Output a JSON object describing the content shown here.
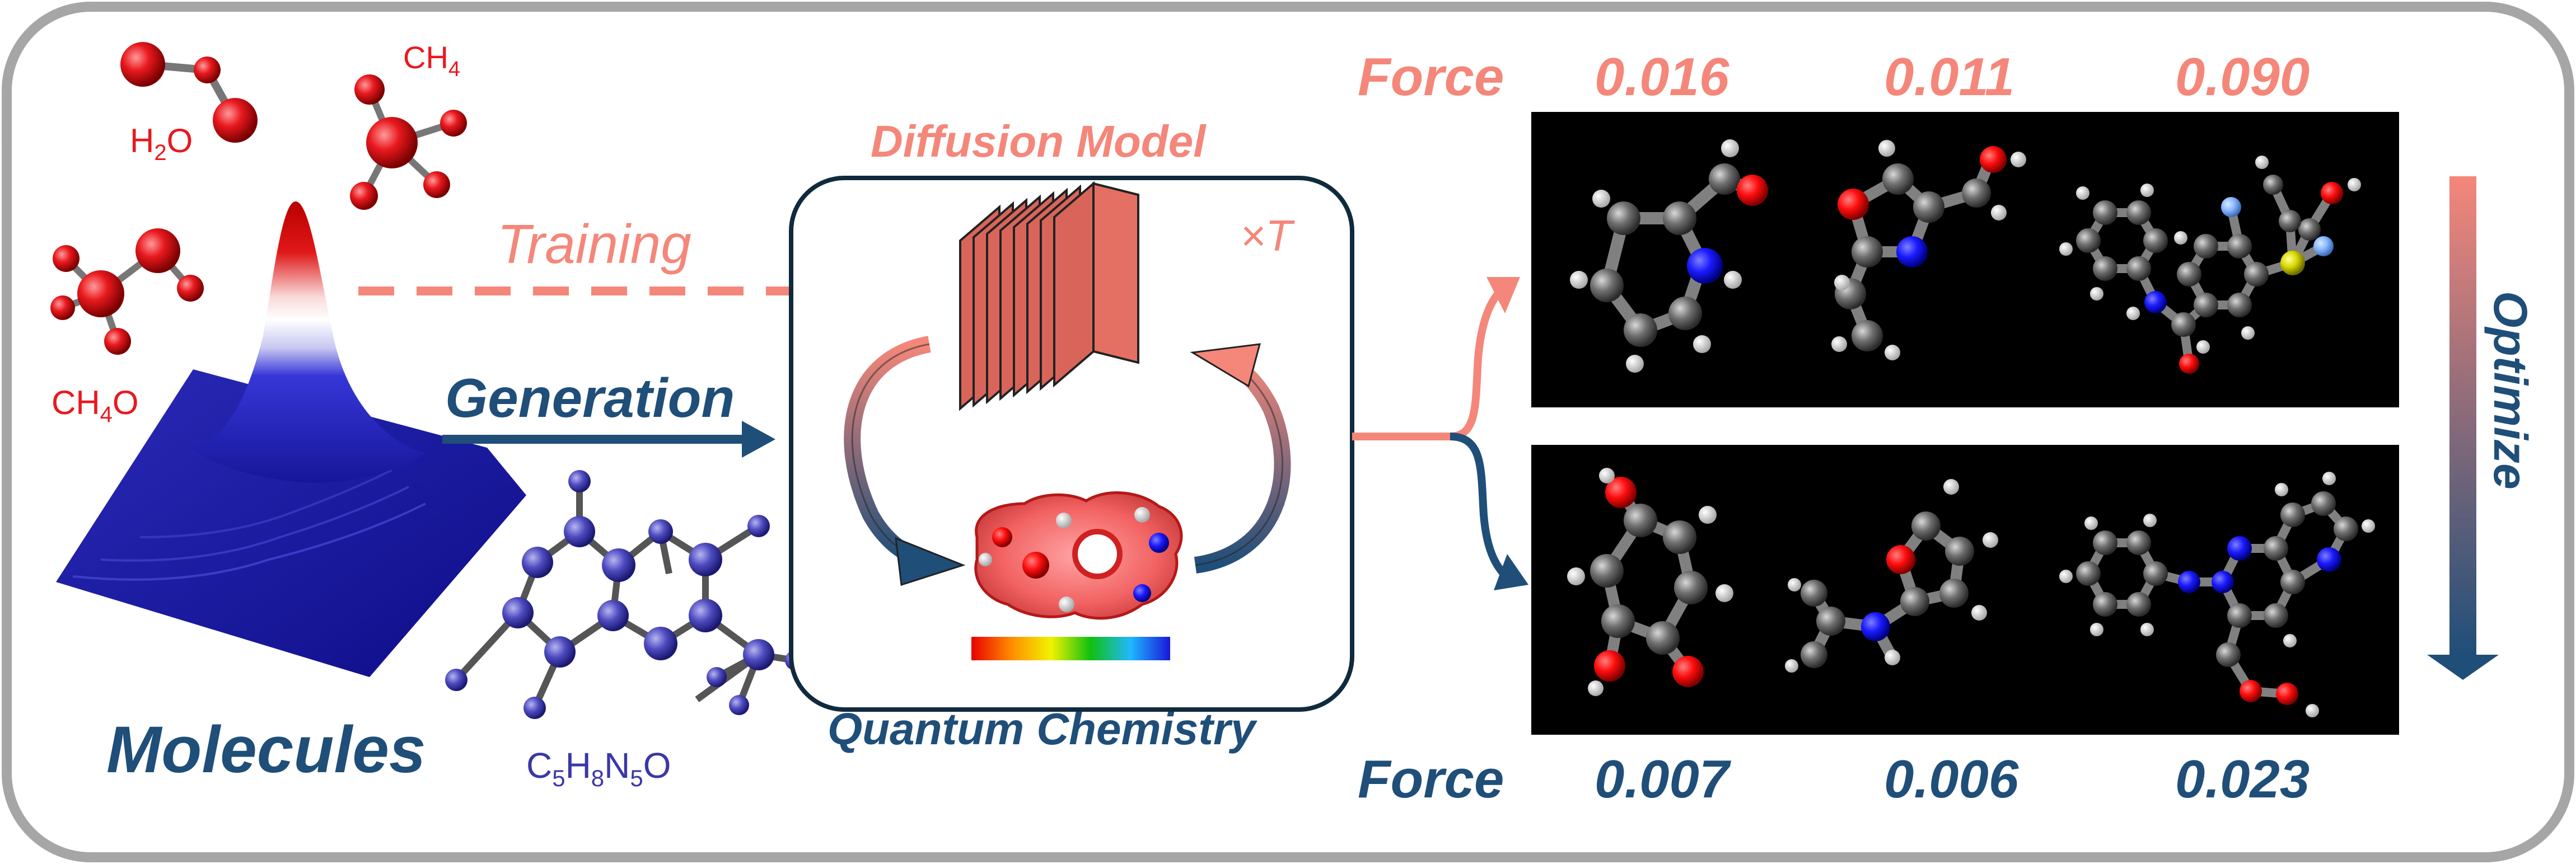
{
  "colors": {
    "salmon": "#F4877A",
    "navy": "#1F4E79",
    "red": "#E8191E",
    "violet": "#3A37A8",
    "frame": "#A6A6A6",
    "panel_bg": "#000000"
  },
  "left": {
    "molecule_labels": {
      "water": [
        "H",
        "2",
        "O"
      ],
      "methane": [
        "CH",
        "4"
      ],
      "methanol": [
        "CH",
        "4",
        "O"
      ],
      "generated": [
        "C",
        "5",
        "H",
        "8",
        "N",
        "5",
        "O"
      ]
    },
    "title": "Molecules"
  },
  "arrows": {
    "training": "Training",
    "generation": "Generation"
  },
  "center": {
    "model_title": "Diffusion Model",
    "steps_label": "×T",
    "qc_title": "Quantum Chemistry"
  },
  "right": {
    "top_row": {
      "label": "Force",
      "values": [
        "0.016",
        "0.011",
        "0.090"
      ]
    },
    "bottom_row": {
      "label": "Force",
      "values": [
        "0.007",
        "0.006",
        "0.023"
      ]
    },
    "optimize_label": "Optimize"
  },
  "icons": [
    "water-molecule-icon",
    "methane-molecule-icon",
    "methanol-molecule-icon",
    "generated-molecule-icon",
    "gaussian-surface-icon",
    "network-layers-icon",
    "electron-density-icon",
    "color-scale-bar-icon"
  ]
}
